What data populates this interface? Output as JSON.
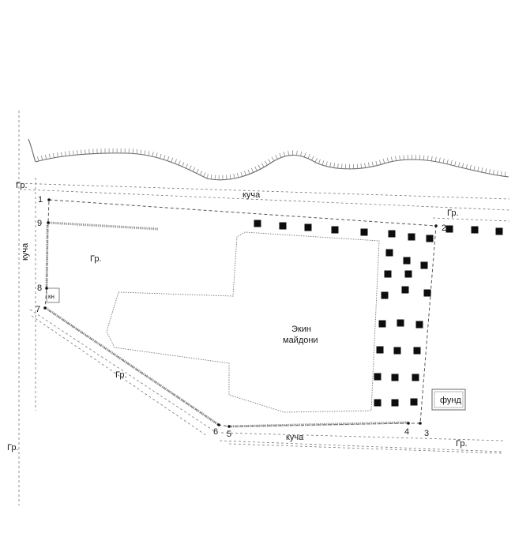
{
  "points": [
    {
      "id": "1",
      "label": "1"
    },
    {
      "id": "2",
      "label": "2"
    },
    {
      "id": "3",
      "label": "3"
    },
    {
      "id": "4",
      "label": "4"
    },
    {
      "id": "5",
      "label": "5"
    },
    {
      "id": "6",
      "label": "6"
    },
    {
      "id": "7",
      "label": "7"
    },
    {
      "id": "8",
      "label": "8"
    },
    {
      "id": "9",
      "label": "9"
    }
  ],
  "labels": {
    "gr_top_left": "Гр.",
    "kucha_top": "куча",
    "gr_top_right": "Гр.",
    "kucha_left": "куча",
    "gr_inner": "Гр.",
    "kn_box": "кн",
    "field_line1": "Экин",
    "field_line2": "майдони",
    "gr_diagonal": "Гр.",
    "fund_box": "фунд",
    "gr_bottom_left": "Гр.",
    "kucha_bottom": "куча",
    "gr_bottom_right": "Гр."
  },
  "colors": {
    "tree": "#0d0d0d",
    "line": "#555555",
    "fence": "#8a8a8a"
  }
}
